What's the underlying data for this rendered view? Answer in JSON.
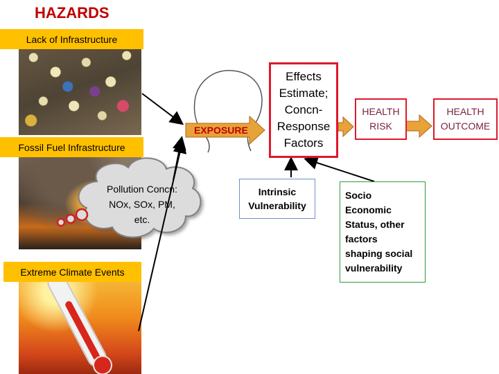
{
  "title": "HAZARDS",
  "hazards": {
    "infrastructure": "Lack of Infrastructure",
    "fossil_fuel": "Fossil Fuel Infrastructure",
    "climate": "Extreme Climate Events"
  },
  "pollution": {
    "line1": "Pollution Concn:",
    "line2": "NOx, SOx, PM,",
    "line3": "etc."
  },
  "exposure": "EXPOSURE",
  "effects": {
    "line1": "Effects",
    "line2": "Estimate;",
    "line3": "Concn-",
    "line4": "Response",
    "line5": "Factors"
  },
  "intrinsic": {
    "line1": "Intrinsic",
    "line2": "Vulnerability"
  },
  "health_risk": {
    "line1": "HEALTH",
    "line2": "RISK"
  },
  "health_outcome": {
    "line1": "HEALTH",
    "line2": "OUTCOME"
  },
  "socio": {
    "line1": "Socio",
    "line2": "Economic",
    "line3": "Status, other",
    "line4": "factors",
    "line5": "shaping social",
    "line6": "vulnerability"
  },
  "colors": {
    "title": "#c00000",
    "label_fill": "#ffc000",
    "arrow_fill": "#e8a23a",
    "box_border": "#e0182a",
    "socio_border": "#2e9b3a",
    "intrinsic_border": "#6e8fc6"
  }
}
